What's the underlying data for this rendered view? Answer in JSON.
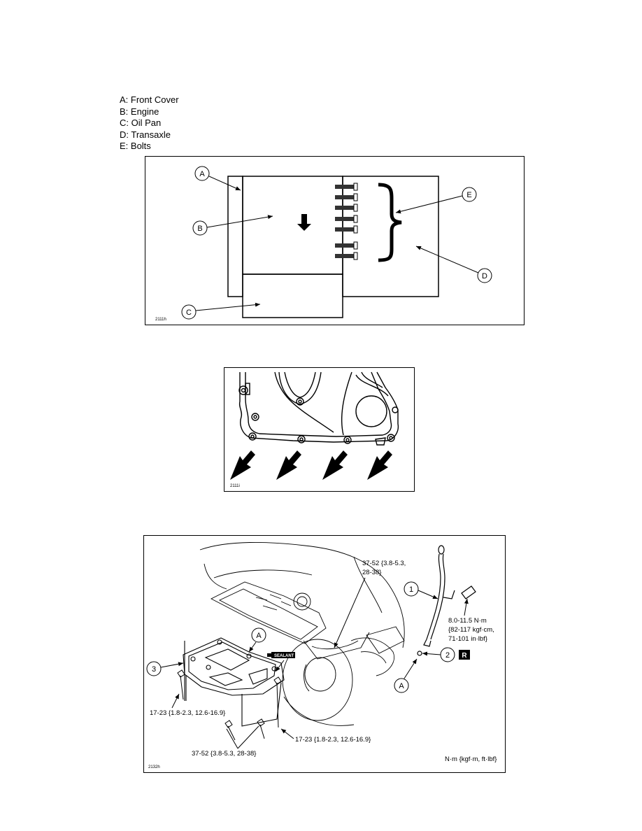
{
  "legend": [
    "A: Front Cover",
    "B: Engine",
    "C: Oil Pan",
    "D: Transaxle",
    "E: Bolts"
  ],
  "figure1": {
    "code": "2111h",
    "callouts": [
      "A",
      "B",
      "C",
      "D",
      "E"
    ]
  },
  "figure2": {
    "code": "2111i"
  },
  "figure3": {
    "code": "2132h",
    "callouts": {
      "one": "1",
      "two": "2",
      "three": "3",
      "a_pan": "A",
      "a_ring": "A",
      "r_badge": "R"
    },
    "sealant_label": "SEALANT",
    "torque_top_1": "37-52 {3.8-5.3,",
    "torque_top_2": "28-38}",
    "torque_dipstick_1": "8.0-11.5 N·m",
    "torque_dipstick_2": "{82-117 kgf·cm,",
    "torque_dipstick_3": "71-101 in·lbf}",
    "torque_left": "17-23 {1.8-2.3, 12.6-16.9}",
    "torque_right": "17-23 {1.8-2.3, 12.6-16.9}",
    "torque_bottom": "37-52 {3.8-5.3, 28-38}",
    "units": "N·m {kgf·m, ft·lbf}"
  }
}
